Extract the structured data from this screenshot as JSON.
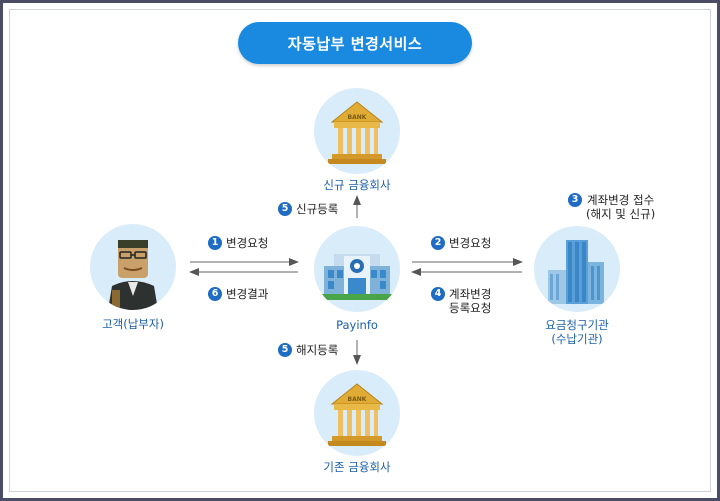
{
  "title": "자동납부 변경서비스",
  "nodes": {
    "new_bank": "신규 금융회사",
    "old_bank": "기존 금융회사",
    "customer": "고객(납부자)",
    "payinfo": "Payinfo",
    "biller_line1": "요금청구기관",
    "biller_line2": "(수납기관)",
    "bank_sign": "BANK"
  },
  "steps": {
    "s1": {
      "num": "1",
      "text": "변경요청"
    },
    "s6": {
      "num": "6",
      "text": "변경결과"
    },
    "s2": {
      "num": "2",
      "text": "변경요청"
    },
    "s4": {
      "num": "4",
      "line1": "계좌변경",
      "line2": "등록요청"
    },
    "s5_top": {
      "num": "5",
      "text": "신규등록"
    },
    "s5_bottom": {
      "num": "5",
      "text": "해지등록"
    },
    "s3": {
      "num": "3",
      "line1": "계좌변경 접수",
      "line2": "(해지 및 신규)"
    }
  },
  "colors": {
    "title_bg": "#1a8ae0",
    "circle_bg": "#d9ecfa",
    "label_text": "#1c5fa8",
    "step_badge": "#1e6cc4",
    "frame": "#4a4d63"
  },
  "icons": {
    "new_bank": "bank-building-icon",
    "old_bank": "bank-building-icon",
    "customer": "person-icon",
    "payinfo": "office-building-icon",
    "biller": "skyscraper-icon"
  }
}
